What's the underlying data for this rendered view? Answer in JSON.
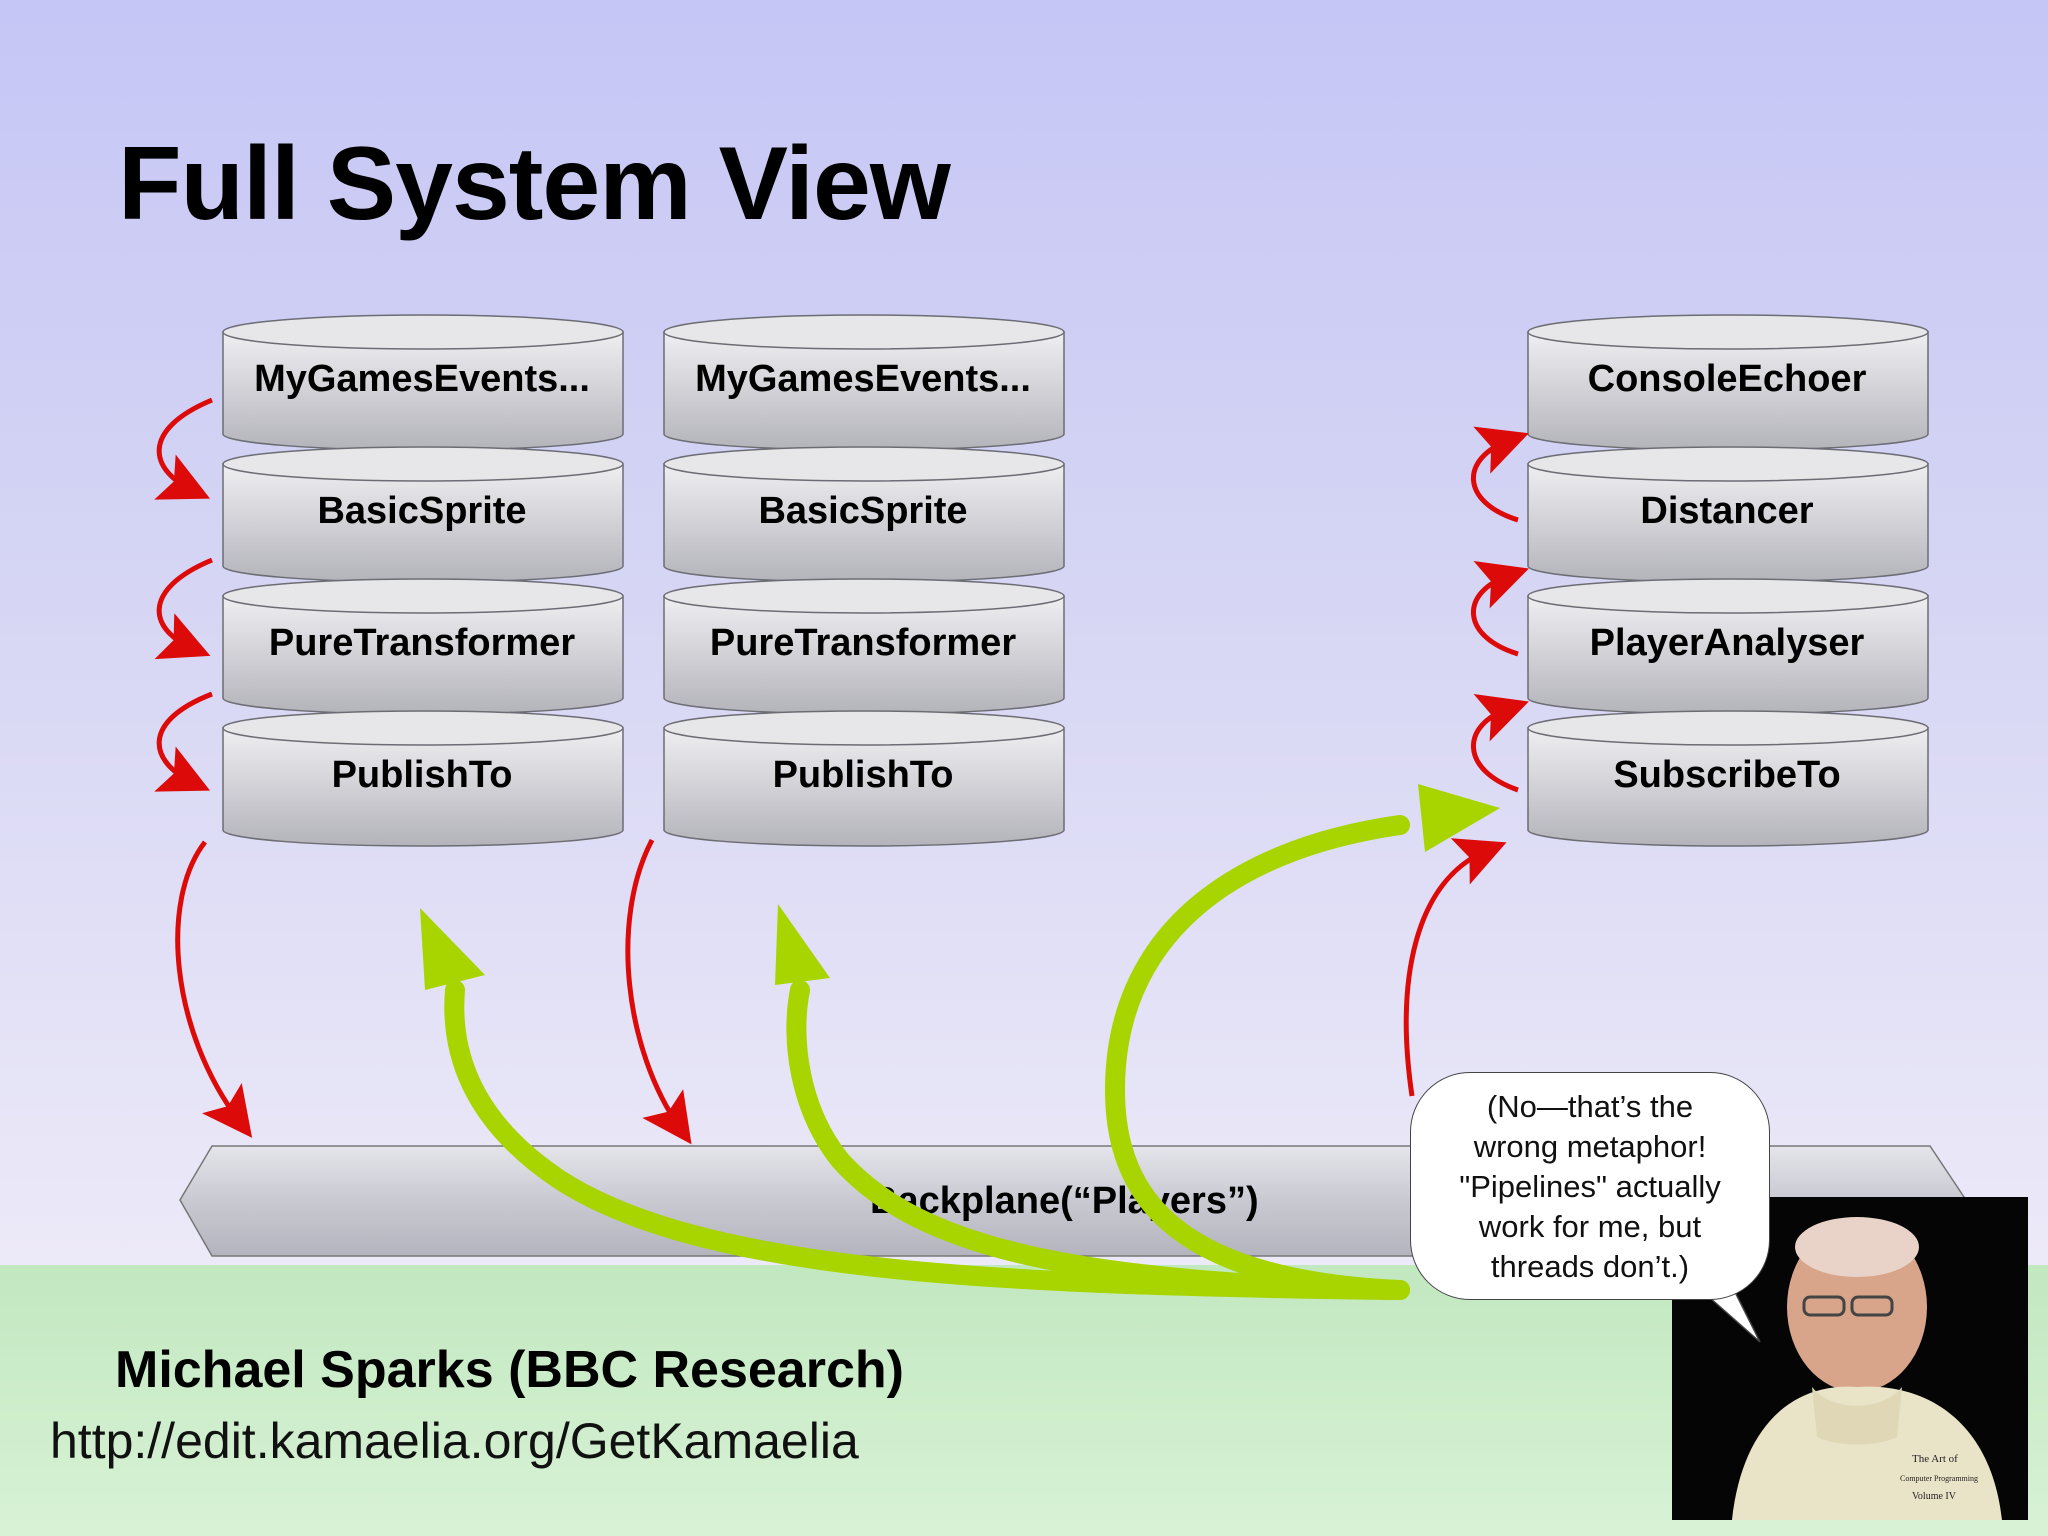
{
  "title": "Full System View",
  "stacks": [
    {
      "name": "left-stack",
      "components": [
        "MyGamesEvents...",
        "BasicSprite",
        "PureTransformer",
        "PublishTo"
      ]
    },
    {
      "name": "middle-stack",
      "components": [
        "MyGamesEvents...",
        "BasicSprite",
        "PureTransformer",
        "PublishTo"
      ]
    },
    {
      "name": "right-stack",
      "components": [
        "ConsoleEchoer",
        "Distancer",
        "PlayerAnalyser",
        "SubscribeTo"
      ]
    }
  ],
  "backplane": {
    "label": "Backplane(“Players”)"
  },
  "speech_bubble": {
    "lines": [
      "(No—that’s the",
      "wrong metaphor!",
      "\"Pipelines\" actually",
      "work for me, but",
      "threads don’t.)"
    ]
  },
  "photo": {
    "book_lines": [
      "The Art of",
      "Computer Programming",
      "Volume IV"
    ]
  },
  "footer": {
    "author": "Michael Sparks (BBC Research)",
    "url": "http://edit.kamaelia.org/GetKamaelia"
  },
  "colors": {
    "flow_arrow": "#dd0a0a",
    "feedback_arrow": "#a8d400",
    "disk_fill": "#c8c8cc"
  }
}
